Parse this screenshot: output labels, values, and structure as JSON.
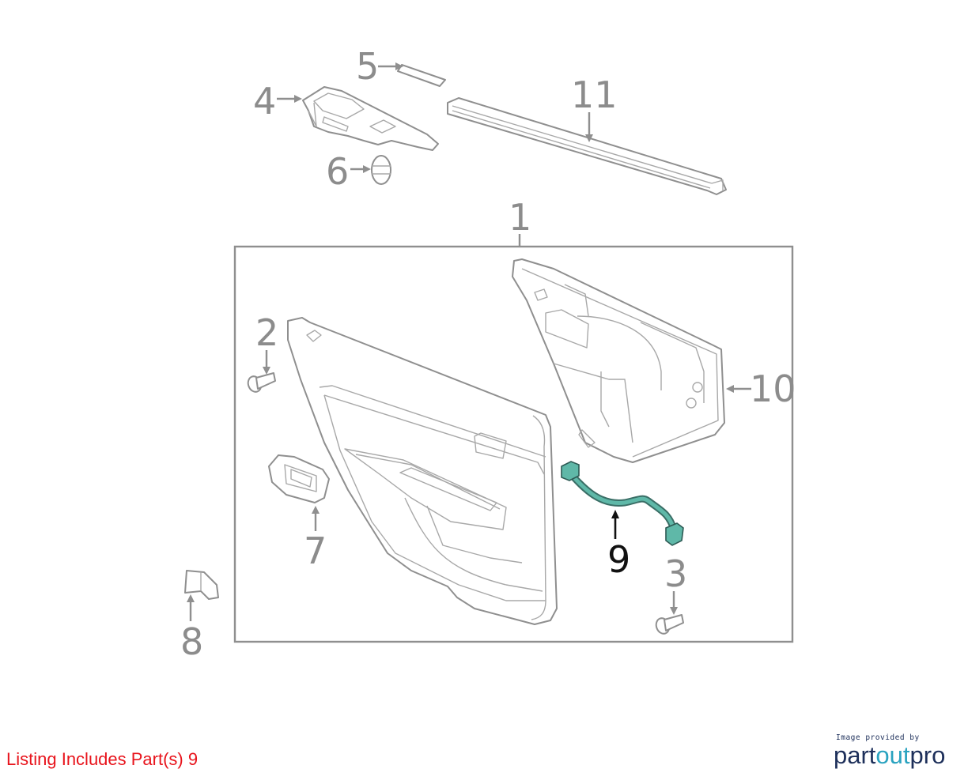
{
  "callouts": {
    "c1": "1",
    "c2": "2",
    "c3": "3",
    "c4": "4",
    "c5": "5",
    "c6": "6",
    "c7": "7",
    "c8": "8",
    "c9": "9",
    "c10": "10",
    "c11": "11"
  },
  "highlight": {
    "part": "9",
    "color": "#5fb8a8"
  },
  "colors": {
    "line": "#8f8f8f",
    "label": "#8c8c8c",
    "note": "#e8141c",
    "brand_dark": "#1d2f5a",
    "brand_accent": "#2aa3c0"
  },
  "listing_note": "Listing Includes Part(s) 9",
  "brand": {
    "caption": "Image provided by",
    "logo_part1": "part",
    "logo_part2": "out",
    "logo_part3": "pro"
  }
}
